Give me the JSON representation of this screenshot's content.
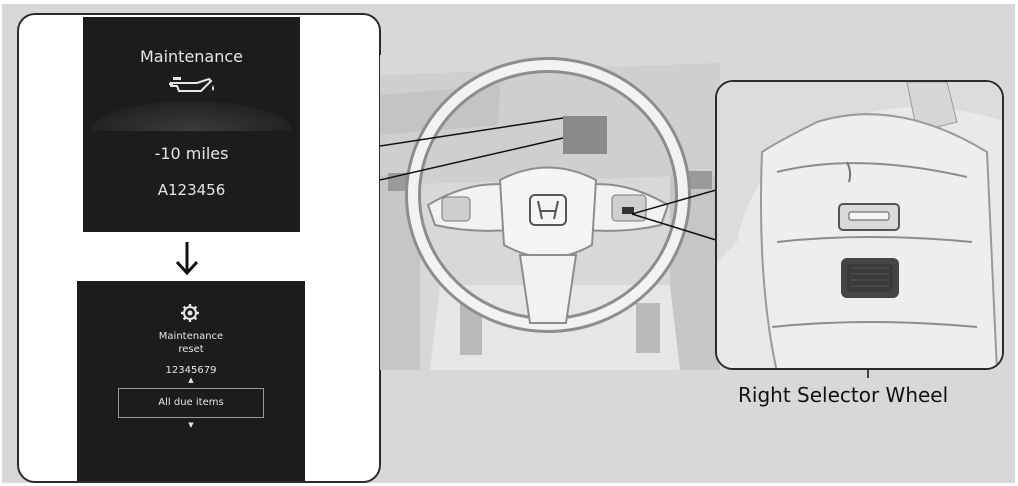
{
  "display_before": {
    "title": "Maintenance",
    "icon": "oil-can-icon",
    "miles": "-10 miles",
    "code": "A123456"
  },
  "display_after": {
    "icon": "gear-icon",
    "title": "Maintenance\nreset",
    "number": "12345679",
    "up_glyph": "▲",
    "selection": "All due items",
    "down_glyph": "▼"
  },
  "labels": {
    "right_selector_wheel": "Right Selector Wheel"
  },
  "colors": {
    "background": "#d8d8d8",
    "screen": "#1c1c1c",
    "highlight_box": "#8a8a8a"
  }
}
